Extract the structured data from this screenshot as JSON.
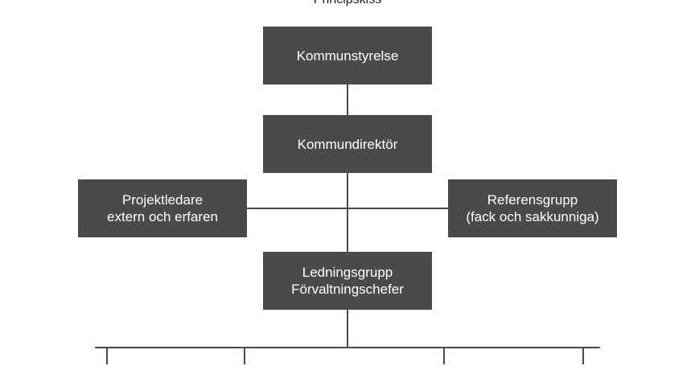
{
  "diagram": {
    "title": "Principskiss",
    "nodes": {
      "kommunstyrelse": {
        "lines": [
          "Kommunstyrelse"
        ]
      },
      "kommundirektor": {
        "lines": [
          "Kommundirektör"
        ]
      },
      "projektledare": {
        "lines": [
          "Projektledare",
          "extern och erfaren"
        ]
      },
      "referensgrupp": {
        "lines": [
          "Referensgrupp",
          "(fack och sakkunniga)"
        ]
      },
      "ledningsgrupp": {
        "lines": [
          "Ledningsgrupp",
          "Förvaltningschefer"
        ]
      }
    },
    "colors": {
      "box_fill": "#4a4a4a",
      "box_text": "#ffffff",
      "connector": "#4a4a4a"
    }
  }
}
